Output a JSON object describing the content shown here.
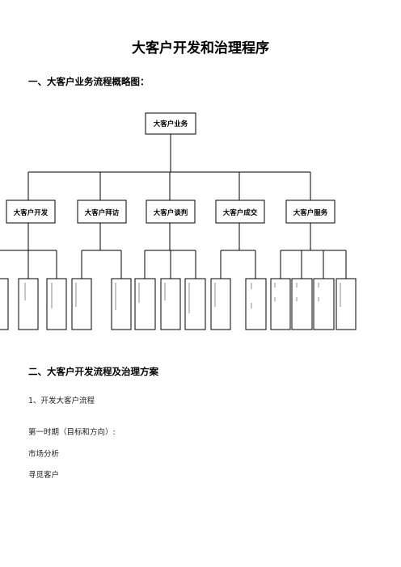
{
  "title": "大客户开发和治理程序",
  "section1": "一、大客户业务流程概略图：",
  "root": "大客户业务",
  "branches": [
    "大客户开发",
    "大客户拜访",
    "大客户谈判",
    "大客户成交",
    "大客户服务"
  ],
  "section2": "二、大客户开发流程及治理方案",
  "item1": "1、开发大客户流程",
  "para1": "第一时期（目标和方向）:",
  "para2": "市场分析",
  "para3": "寻觅客户"
}
